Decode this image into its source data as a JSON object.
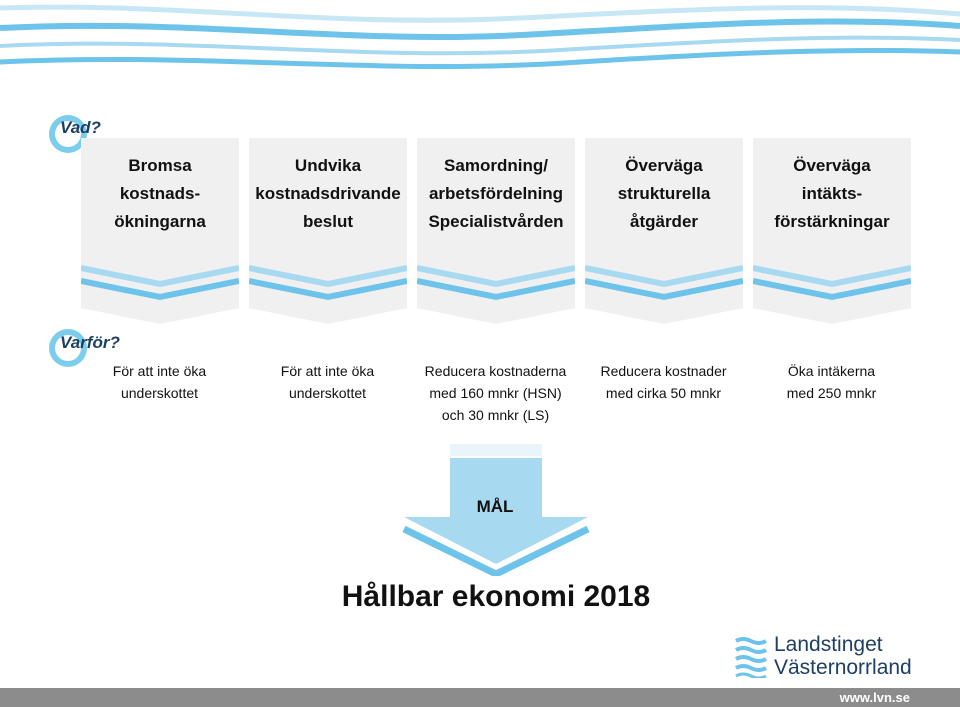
{
  "badges": {
    "what": "Vad?",
    "why": "Varför?"
  },
  "columns": [
    {
      "title": "Bromsa kostnads- ökningarna",
      "lines": [
        "Bromsa",
        "kostnads-",
        "ökningarna"
      ],
      "reason_lines": [
        "För att inte öka",
        "underskottet"
      ]
    },
    {
      "title": "Undvika kostnadsdrivande beslut",
      "lines": [
        "Undvika",
        "kostnadsdrivande",
        "beslut"
      ],
      "reason_lines": [
        "För att inte öka",
        "underskottet"
      ]
    },
    {
      "title": "Samordning/ arbetsfördelning Specialistvården",
      "lines": [
        "Samordning/",
        "arbetsfördelning",
        "Specialistvården"
      ],
      "reason_lines": [
        "Reducera kostnaderna",
        "med 160 mnkr (HSN)",
        "och 30 mnkr (LS)"
      ]
    },
    {
      "title": "Överväga strukturella åtgärder",
      "lines": [
        "Överväga",
        "strukturella",
        "åtgärder"
      ],
      "reason_lines": [
        "Reducera kostnader",
        "med cirka 50 mnkr"
      ]
    },
    {
      "title": "Överväga intäkts- förstärkningar",
      "lines": [
        "Överväga",
        "intäkts-",
        "förstärkningar"
      ],
      "reason_lines": [
        "Öka intäkerna",
        "med 250 mnkr"
      ]
    }
  ],
  "goal": {
    "label": "MÅL",
    "result": "Hållbar ekonomi 2018"
  },
  "logo": {
    "line1": "Landstinget",
    "line2": "Västernorrland"
  },
  "footer": {
    "url": "www.lvn.se"
  },
  "colors": {
    "light_blue": "#a7d9f1",
    "mid_blue": "#6ec3ea",
    "dark_text": "#111111",
    "panel_gray": "#f0f0f0",
    "brand_navy": "#1d3f66",
    "footer_gray": "#8c8c8c"
  }
}
